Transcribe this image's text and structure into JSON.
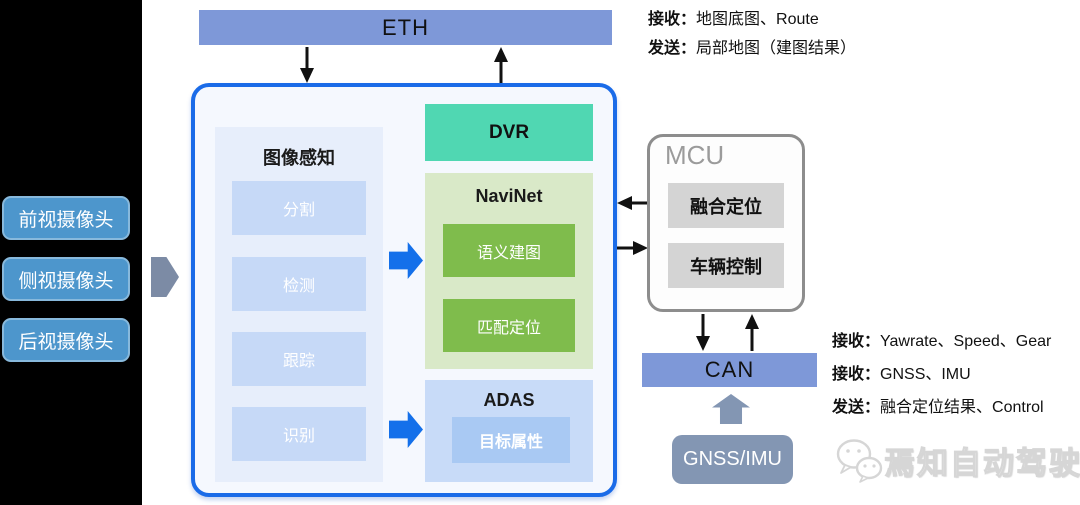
{
  "cameras": {
    "items": [
      {
        "label": "前视摄像头"
      },
      {
        "label": "侧视摄像头"
      },
      {
        "label": "后视摄像头"
      }
    ]
  },
  "eth_bus": {
    "label": "ETH"
  },
  "soc": {
    "perception": {
      "title": "图像感知",
      "items": [
        {
          "label": "分割"
        },
        {
          "label": "检测"
        },
        {
          "label": "跟踪"
        },
        {
          "label": "识别"
        }
      ]
    },
    "dvr": {
      "label": "DVR"
    },
    "navinet": {
      "title": "NaviNet",
      "items": [
        {
          "label": "语义建图"
        },
        {
          "label": "匹配定位"
        }
      ]
    },
    "adas": {
      "title": "ADAS",
      "items": [
        {
          "label": "目标属性"
        }
      ]
    }
  },
  "mcu": {
    "title": "MCU",
    "items": [
      {
        "label": "融合定位"
      },
      {
        "label": "车辆控制"
      }
    ]
  },
  "can_bus": {
    "label": "CAN"
  },
  "gnss_imu": {
    "label": "GNSS/IMU"
  },
  "eth_annotation": {
    "line1_label": "接收：",
    "line1_value": "地图底图、Route",
    "line2_label": "发送：",
    "line2_value": "局部地图（建图结果）"
  },
  "can_annotation": {
    "line1_label": "接收：",
    "line1_value": "Yawrate、Speed、Gear",
    "line2_label": "接收：",
    "line2_value": "GNSS、IMU",
    "line3_label": "发送：",
    "line3_value": "融合定位结果、Control"
  },
  "watermark": {
    "text": "焉知自动驾驶",
    "icon": "wechat-icon"
  },
  "colors": {
    "bus_blue": "#7e98d8",
    "soc_border_blue": "#1a6be8",
    "camera_blue": "#4d96cc",
    "perception_panel": "#e7eefb",
    "perception_item": "#c6d9f7",
    "dvr_teal": "#50d7b2",
    "navinet_panel": "#d9e9c8",
    "navinet_item_green": "#7fbc4c",
    "adas_panel": "#c8dbf8",
    "adas_item": "#a9c9f3",
    "mcu_item_gray": "#d4d4d4",
    "slate_gray": "#8396b3",
    "block_arrow_blue": "#1470ea"
  }
}
